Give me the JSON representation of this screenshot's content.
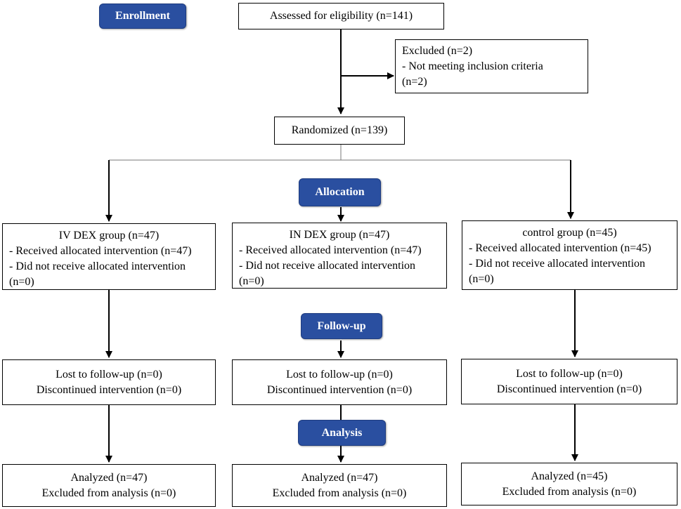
{
  "stages": {
    "enrollment": "Enrollment",
    "allocation": "Allocation",
    "follow_up": "Follow-up",
    "analysis": "Analysis"
  },
  "assessed": "Assessed for eligibility (n=141)",
  "excluded": {
    "title": "Excluded (n=2)",
    "line1": "- Not meeting inclusion criteria",
    "line2": "(n=2)"
  },
  "randomized": "Randomized (n=139)",
  "groups": [
    {
      "title": "IV DEX group (n=47)",
      "received": "- Received allocated intervention (n=47)",
      "not_received": "- Did not receive allocated intervention",
      "not_received_n": "(n=0)",
      "lost": "Lost to follow-up (n=0)",
      "discontinued": "Discontinued intervention (n=0)",
      "analyzed": "Analyzed (n=47)",
      "excluded_analysis": "Excluded from analysis (n=0)"
    },
    {
      "title": "IN DEX group (n=47)",
      "received": "- Received allocated intervention (n=47)",
      "not_received": "- Did not receive allocated intervention",
      "not_received_n": "(n=0)",
      "lost": "Lost to follow-up (n=0)",
      "discontinued": "Discontinued intervention (n=0)",
      "analyzed": "Analyzed (n=47)",
      "excluded_analysis": "Excluded from analysis (n=0)"
    },
    {
      "title": "control group (n=45)",
      "received": "- Received allocated intervention (n=45)",
      "not_received": "- Did not receive allocated intervention",
      "not_received_n": "(n=0)",
      "lost": "Lost to follow-up (n=0)",
      "discontinued": "Discontinued intervention (n=0)",
      "analyzed": "Analyzed (n=45)",
      "excluded_analysis": "Excluded from analysis (n=0)"
    }
  ],
  "colors": {
    "stage_tag": "#2a4fa0",
    "line": "#000000"
  }
}
